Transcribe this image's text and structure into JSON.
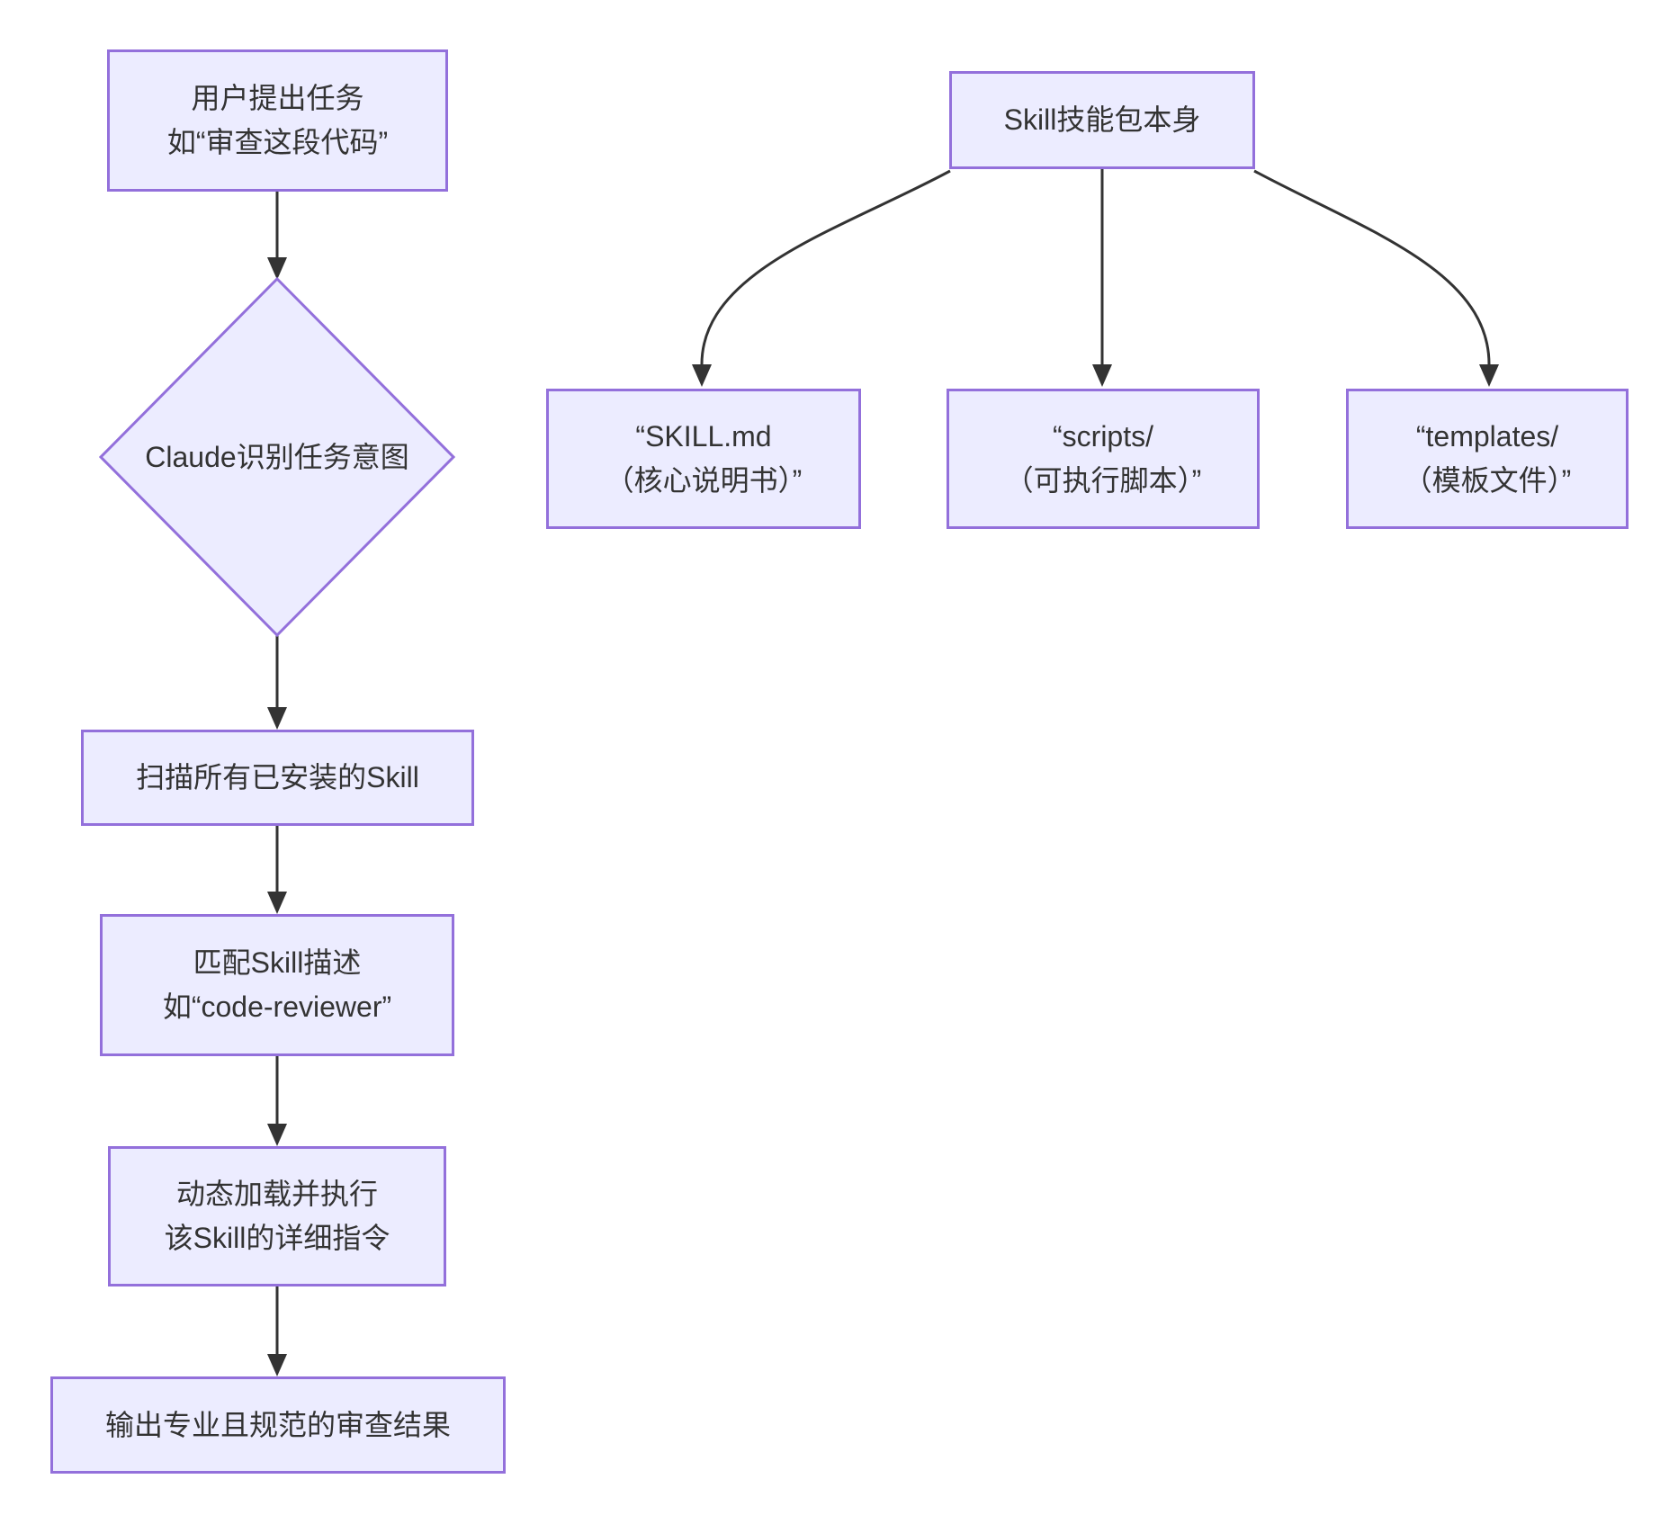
{
  "diagram": {
    "background_color": "#ffffff",
    "node_fill_color": "#ECECFF",
    "node_border_color": "#9370DB",
    "edge_color": "#333333",
    "text_color": "#333333"
  },
  "flow_left": {
    "nodes": [
      {
        "id": "user-task",
        "shape": "rect",
        "lines": [
          "用户提出任务",
          "如“审查这段代码”"
        ]
      },
      {
        "id": "claude-intent",
        "shape": "diamond",
        "lines": [
          "Claude识别任务意图"
        ]
      },
      {
        "id": "scan-skills",
        "shape": "rect",
        "lines": [
          "扫描所有已安装的Skill"
        ]
      },
      {
        "id": "match-skill",
        "shape": "rect",
        "lines": [
          "匹配Skill描述",
          "如“code-reviewer”"
        ]
      },
      {
        "id": "load-execute",
        "shape": "rect",
        "lines": [
          "动态加载并执行",
          "该Skill的详细指令"
        ]
      },
      {
        "id": "output-result",
        "shape": "rect",
        "lines": [
          "输出专业且规范的审查结果"
        ]
      }
    ]
  },
  "tree_right": {
    "root": {
      "id": "skill-package",
      "lines": [
        "Skill技能包本身"
      ]
    },
    "children": [
      {
        "id": "skill-md",
        "lines": [
          "“SKILL.md",
          "（核心说明书）”"
        ]
      },
      {
        "id": "scripts",
        "lines": [
          "“scripts/",
          "（可执行脚本）”"
        ]
      },
      {
        "id": "templates",
        "lines": [
          "“templates/",
          "（模板文件）”"
        ]
      }
    ]
  }
}
